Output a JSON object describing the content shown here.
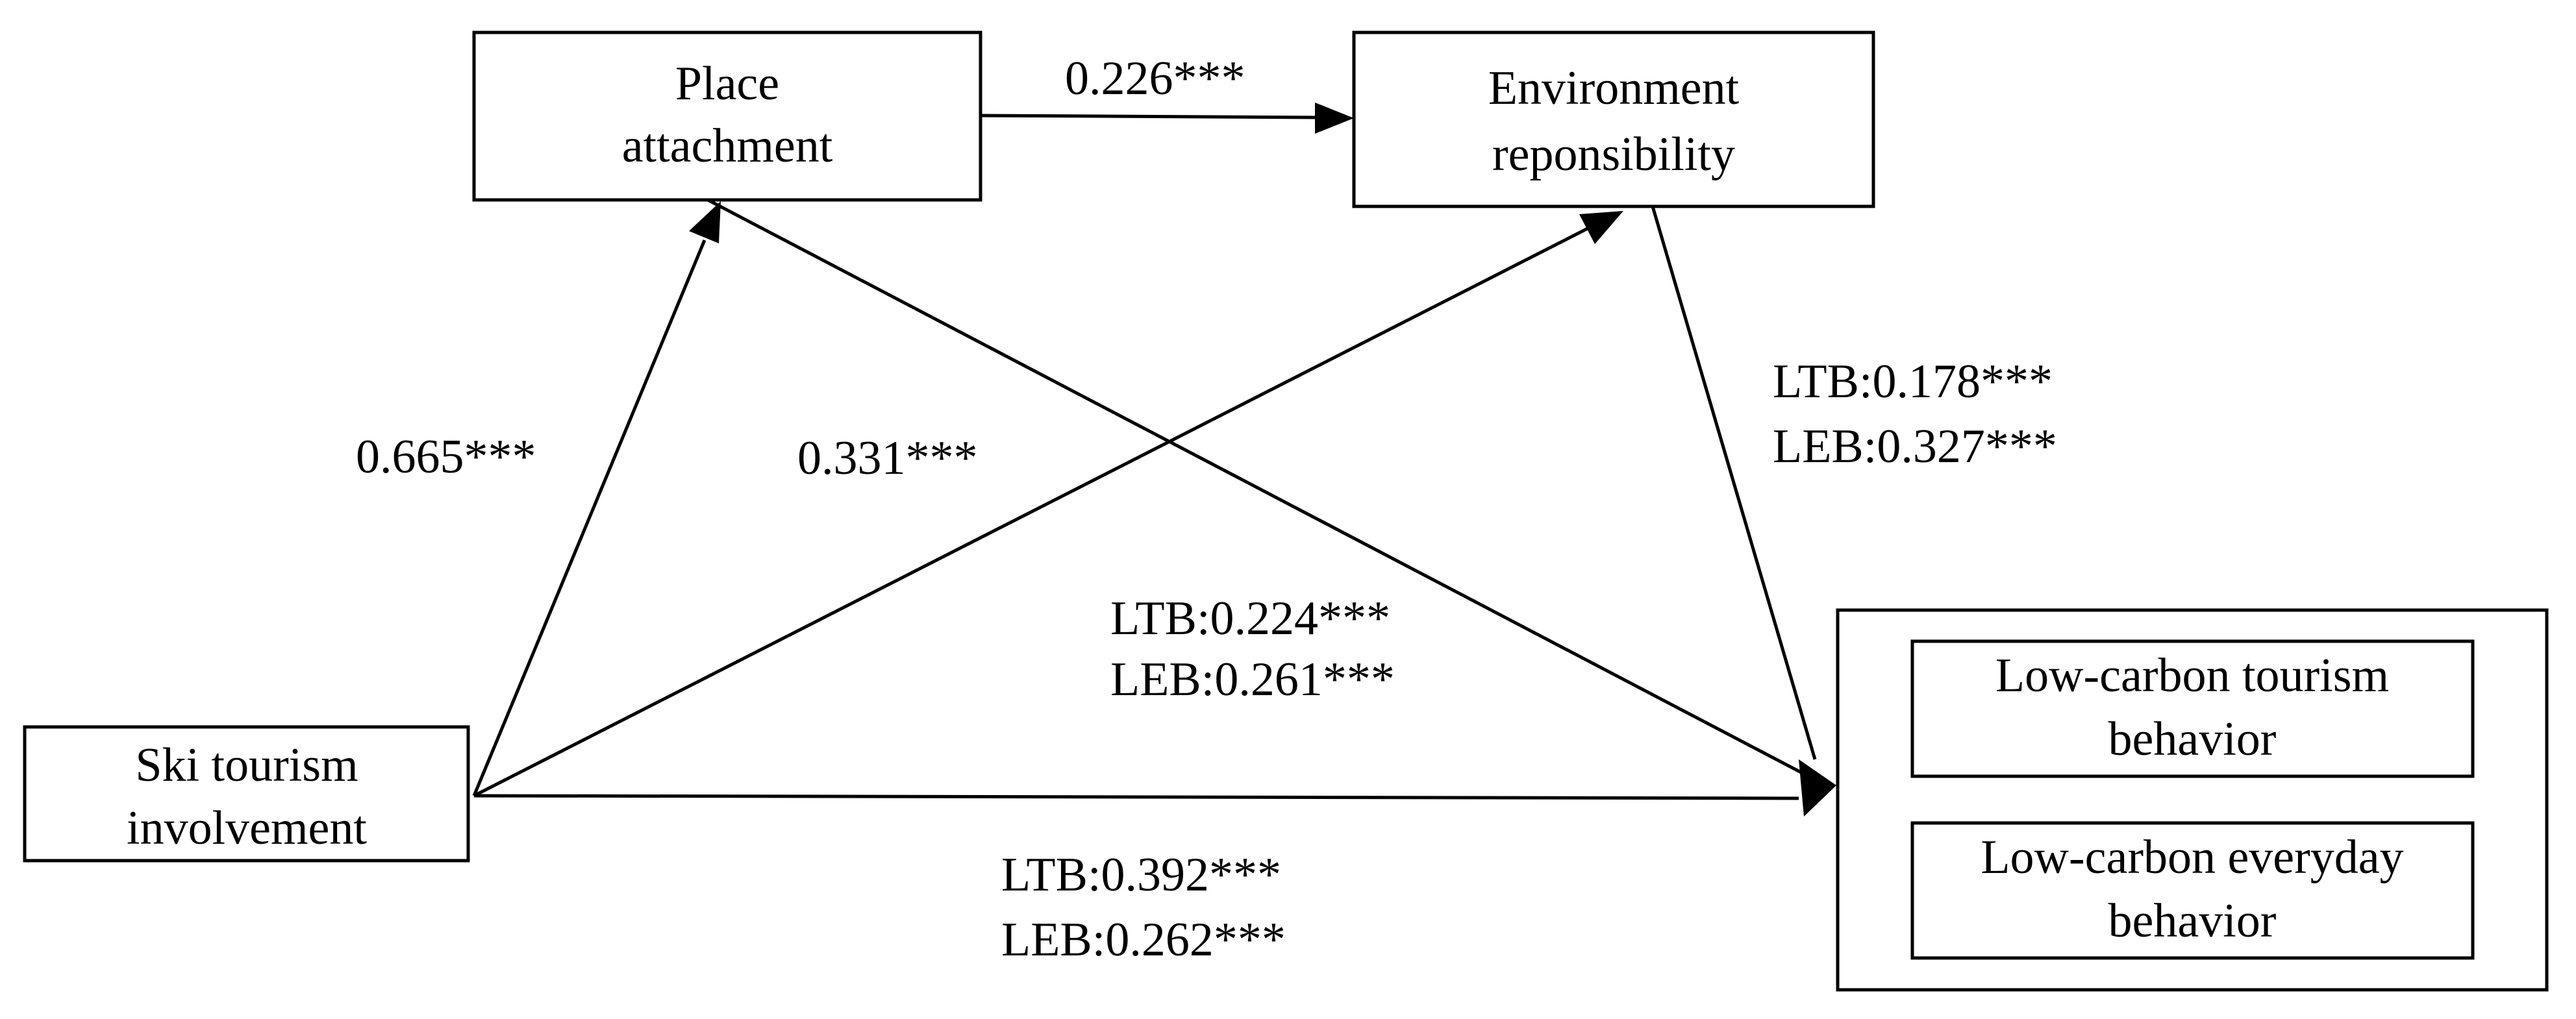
{
  "nodes": {
    "place_attachment": {
      "line1": "Place",
      "line2": "attachment"
    },
    "environment_responsibility": {
      "line1": "Environment",
      "line2": "reponsibility"
    },
    "ski_tourism_involvement": {
      "line1": "Ski tourism",
      "line2": "involvement"
    },
    "low_carbon_tourism": {
      "line1": "Low-carbon tourism",
      "line2": "behavior"
    },
    "low_carbon_everyday": {
      "line1": "Low-carbon everyday",
      "line2": "behavior"
    }
  },
  "edges": {
    "pa_to_er": {
      "label": "0.226***"
    },
    "ski_to_pa": {
      "label": "0.665***"
    },
    "ski_to_er": {
      "label": "0.331***"
    },
    "er_to_out": {
      "ltb": "LTB:0.178***",
      "leb": "LEB:0.327***"
    },
    "pa_to_out": {
      "ltb": "LTB:0.224***",
      "leb": "LEB:0.261***"
    },
    "ski_to_out": {
      "ltb": "LTB:0.392***",
      "leb": "LEB:0.262***"
    }
  }
}
